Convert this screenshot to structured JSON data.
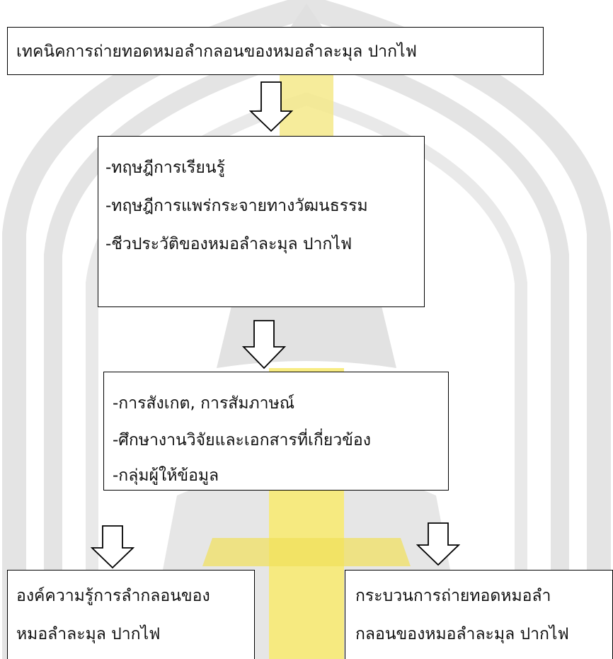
{
  "diagram": {
    "title_box": {
      "text": "เทคนิคการถ่ายทอดหมอลำกลอนของหมอลำละมุล ปากไฟ"
    },
    "theory_box": {
      "lines": [
        "-ทฤษฎีการเรียนรู้",
        "-ทฤษฎีการแพร่กระจายทางวัฒนธรรม",
        "-ชีวประวัติของหมอลำละมุล ปากไฟ"
      ]
    },
    "method_box": {
      "lines": [
        "-การสังเกต, การสัมภาษณ์",
        "-ศึกษางานวิจัยและเอกสารที่เกี่ยวข้อง",
        "-กลุ่มผู้ให้ข้อมูล"
      ]
    },
    "left_output_box": {
      "lines": [
        "องค์ความรู้การลำกลอนของ",
        "หมอลำละมุล ปากไฟ"
      ]
    },
    "right_output_box": {
      "lines": [
        "กระบวนการถ่ายทอดหมอลำ",
        "กลอนของหมอลำละมุล ปากไฟ"
      ]
    }
  },
  "colors": {
    "watermark_gray": "#dedede",
    "watermark_yellow": "#f7ea74",
    "border": "#000000"
  }
}
